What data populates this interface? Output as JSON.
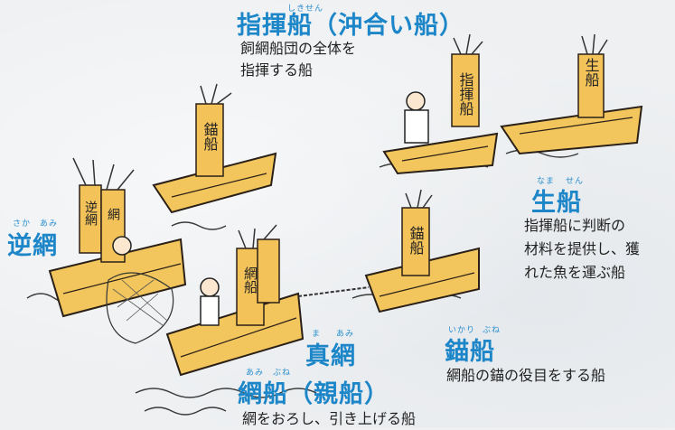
{
  "labels": {
    "command": {
      "title": "指揮船（沖合い船）",
      "desc": [
        "飼網船団の全体を",
        "指揮する船"
      ],
      "ruby": "しきせん"
    },
    "live": {
      "title": "生船",
      "desc": [
        "指揮船に判断の",
        "材料を提供し、獲",
        "れた魚を運ぶ船"
      ],
      "ruby_left": "なま",
      "ruby_right": "せん"
    },
    "reverse_net": {
      "title": "逆網",
      "ruby_left": "さか",
      "ruby_right": "あみ"
    },
    "true_net": {
      "title": "真網",
      "ruby_left": "ま",
      "ruby_right": "あみ"
    },
    "net_boat": {
      "title": "網船（親船）",
      "desc": [
        "網をおろし、引き上げる船"
      ],
      "ruby_left": "あみ",
      "ruby_right": "ぶね"
    },
    "anchor": {
      "title": "錨船",
      "desc": [
        "網船の錨の役目をする船"
      ],
      "ruby_left": "いかり",
      "ruby_right": "ぶね"
    }
  },
  "sails": {
    "command": "指揮船",
    "live": "生船",
    "anchor_top": "錨船",
    "reverse_a": "逆網",
    "reverse_b": "網",
    "true_net": "網船",
    "anchor_right": "錨船"
  },
  "colors": {
    "accent": "#1c86c8",
    "hull": "#f2c65c",
    "hull_edge": "#2a2018",
    "sail": "#f3c35a"
  }
}
